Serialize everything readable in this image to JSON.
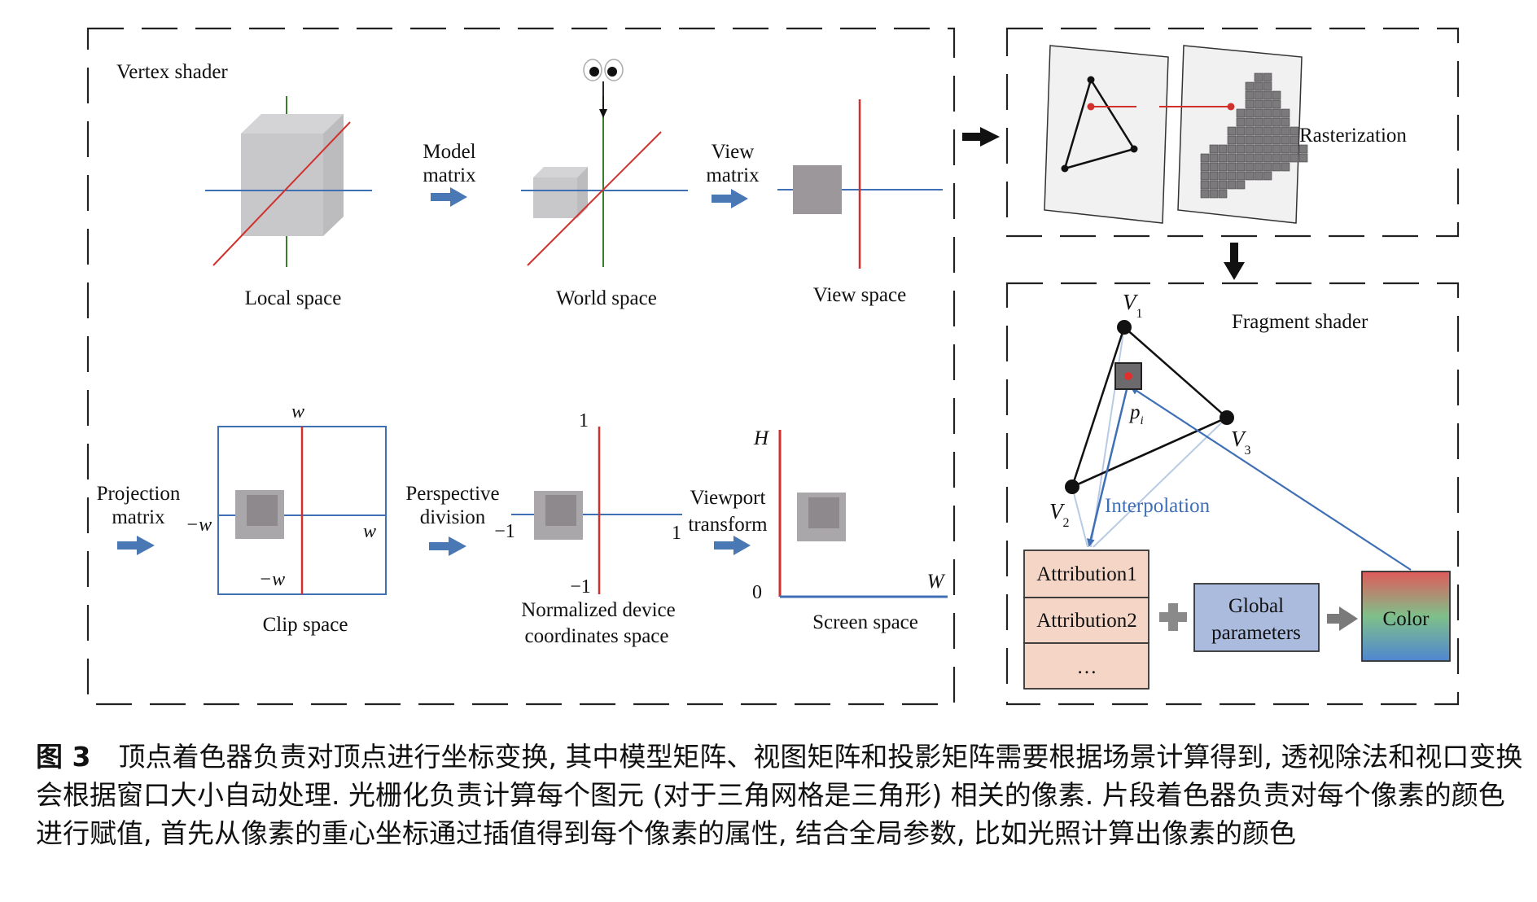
{
  "panels": {
    "vertex_shader": {
      "title": "Vertex shader"
    },
    "rasterization": {
      "label": "Rasterization"
    },
    "fragment_shader": {
      "title": "Fragment shader"
    }
  },
  "spaces": {
    "local": "Local space",
    "world": "World space",
    "view": "View space",
    "clip": "Clip space",
    "ndc_line1": "Normalized device",
    "ndc_line2": "coordinates space",
    "screen": "Screen space"
  },
  "transforms": {
    "model": [
      "Model",
      "matrix"
    ],
    "view": [
      "View",
      "matrix"
    ],
    "projection": [
      "Projection",
      "matrix"
    ],
    "perspective": [
      "Perspective",
      "division"
    ],
    "viewport": [
      "Viewport",
      "transform"
    ]
  },
  "clip_axes": {
    "top": "w",
    "left": "−w",
    "right": "w",
    "bottom": "−w"
  },
  "ndc_axes": {
    "top": "1",
    "bottom": "−1",
    "left": "−1",
    "right": "1"
  },
  "screen_axes": {
    "y": "H",
    "x": "W",
    "origin": "0"
  },
  "fragment": {
    "vertices": [
      "V",
      "V",
      "V"
    ],
    "vertex_subscripts": [
      "1",
      "2",
      "3"
    ],
    "point": "p",
    "point_subscript": "i",
    "interpolation": "Interpolation",
    "attributes": [
      "Attribution1",
      "Attribution2",
      "…"
    ],
    "global_params": [
      "Global",
      "parameters"
    ],
    "color": "Color"
  },
  "colors": {
    "arrow_blue": "#4a78b4",
    "axis_red": "#d0312d",
    "axis_blue": "#3f6fb5",
    "axis_green": "#3a7d2c",
    "attribute_fill": "#f4d5c6",
    "global_fill": "#aabbdd"
  },
  "caption": {
    "label": "图 3",
    "text": "顶点着色器负责对顶点进行坐标变换, 其中模型矩阵、视图矩阵和投影矩阵需要根据场景计算得到, 透视除法和视口变换会根据窗口大小自动处理. 光栅化负责计算每个图元 (对于三角网格是三角形) 相关的像素. 片段着色器负责对每个像素的颜色进行赋值, 首先从像素的重心坐标通过插值得到每个像素的属性, 结合全局参数, 比如光照计算出像素的颜色"
  }
}
